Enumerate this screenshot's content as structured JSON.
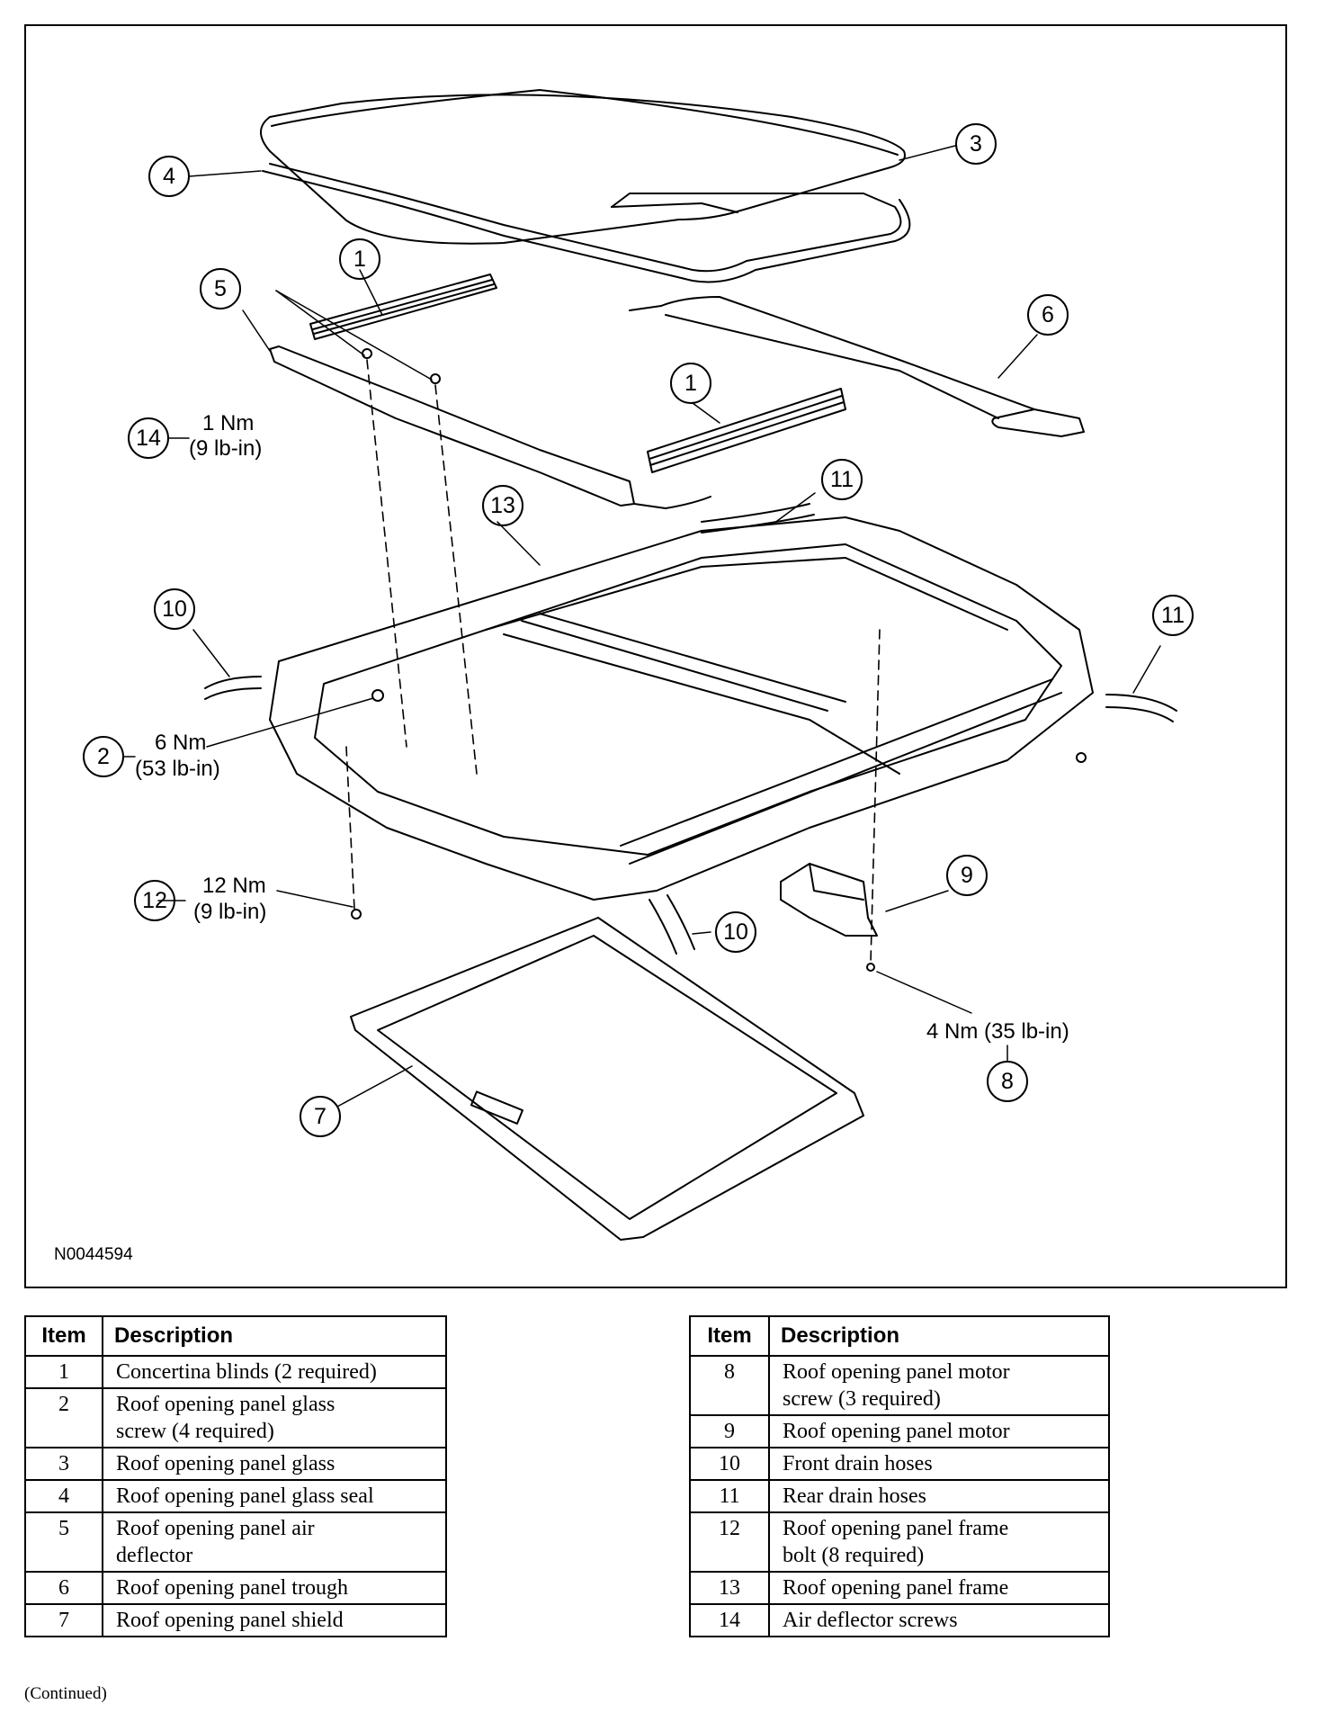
{
  "diagram": {
    "figure_id": "N0044594",
    "callouts": {
      "c1a": "1",
      "c1b": "1",
      "c2": "2",
      "c3": "3",
      "c4": "4",
      "c5": "5",
      "c6": "6",
      "c7": "7",
      "c8": "8",
      "c9": "9",
      "c10a": "10",
      "c10b": "10",
      "c11a": "11",
      "c11b": "11",
      "c12": "12",
      "c13": "13",
      "c14": "14"
    },
    "torques": {
      "t14_nm": "1 Nm",
      "t14_lbin": "(9 lb-in)",
      "t2_nm": "6 Nm",
      "t2_lbin": "(53 lb-in)",
      "t12_nm": "12 Nm",
      "t12_lbin": "(9 lb-in)",
      "t8": "4 Nm (35 lb-in)"
    }
  },
  "legend": {
    "header_item": "Item",
    "header_description": "Description",
    "left_rows": [
      {
        "item": "1",
        "line1": "Concertina blinds (2 required)",
        "line2": ""
      },
      {
        "item": "2",
        "line1": "Roof opening panel glass",
        "line2": "screw (4 required)"
      },
      {
        "item": "3",
        "line1": "Roof opening panel glass",
        "line2": ""
      },
      {
        "item": "4",
        "line1": "Roof opening panel glass seal",
        "line2": ""
      },
      {
        "item": "5",
        "line1": "Roof opening panel air",
        "line2": "deflector"
      },
      {
        "item": "6",
        "line1": "Roof opening panel trough",
        "line2": ""
      },
      {
        "item": "7",
        "line1": "Roof opening panel shield",
        "line2": ""
      }
    ],
    "right_rows": [
      {
        "item": "8",
        "line1": "Roof opening panel motor",
        "line2": "screw (3 required)"
      },
      {
        "item": "9",
        "line1": "Roof opening panel motor",
        "line2": ""
      },
      {
        "item": "10",
        "line1": "Front drain hoses",
        "line2": ""
      },
      {
        "item": "11",
        "line1": "Rear drain hoses",
        "line2": ""
      },
      {
        "item": "12",
        "line1": "Roof opening panel frame",
        "line2": "bolt (8 required)"
      },
      {
        "item": "13",
        "line1": "Roof opening panel frame",
        "line2": ""
      },
      {
        "item": "14",
        "line1": "Air deflector screws",
        "line2": ""
      }
    ]
  },
  "footer": {
    "continued": "(Continued)"
  }
}
